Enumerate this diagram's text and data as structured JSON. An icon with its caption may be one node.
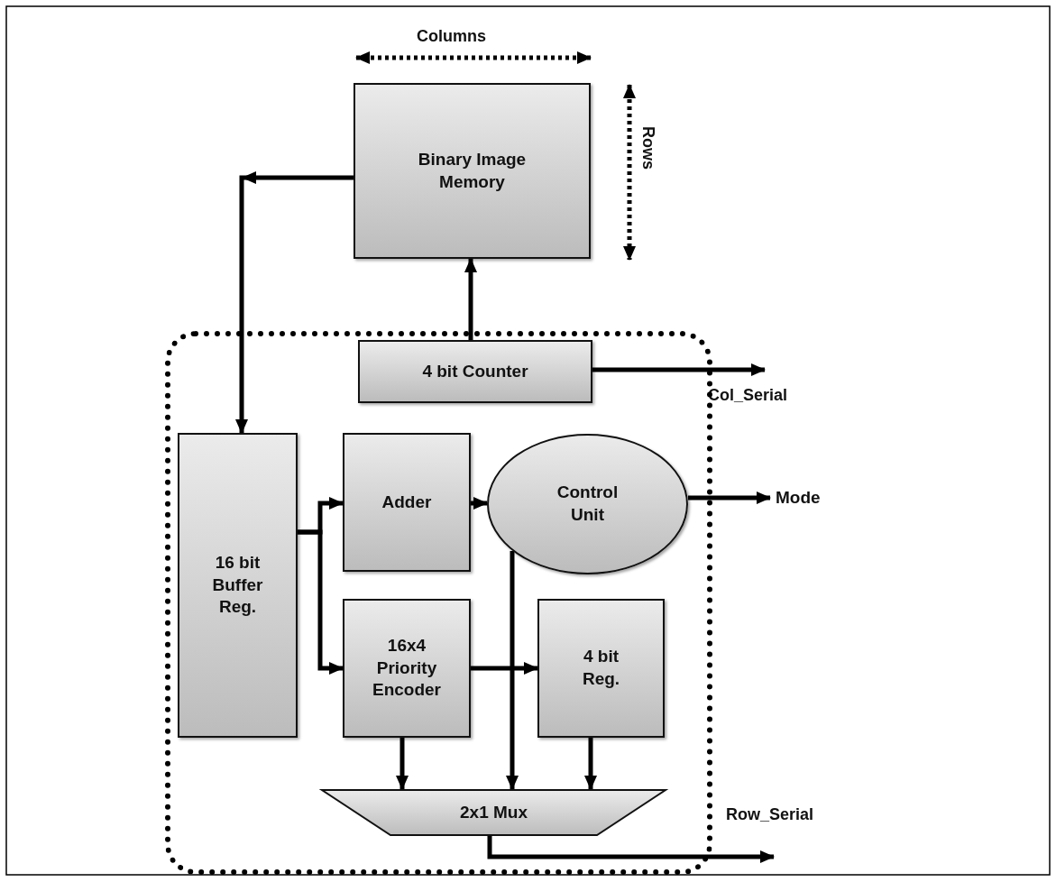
{
  "diagram": {
    "nodes": [
      {
        "text": [
          "Binary Image Memory"
        ]
      },
      {
        "text": [],
        "shape": "box"
      },
      {
        "text": [
          "4 bit Counter"
        ],
        "in": 1
      },
      {
        "text": [
          "16 bit Buffer Reg."
        ],
        "in": 1
      },
      {
        "text": [
          "Adder"
        ],
        "in": 1
      },
      {
        "text": [
          "Control Unit"
        ],
        "in": 1
      },
      {
        "text": [
          "16x4 Priority Encoder"
        ],
        "in": 1
      },
      {
        "text": [
          "4 bit Reg."
        ],
        "in": 1
      },
      {
        "text": [
          "2x1 Mux"
        ],
        "in": 1
      },
      {
        "text": [
          "Mode"
        ]
      }
    ],
    "edges": [
      {
        "from": 0,
        "to": 3,
        "arrow": "to"
      },
      {
        "from": 2,
        "to": 0,
        "arrow": "to"
      },
      {
        "from": 2,
        "to": null,
        "arrow": "to",
        "label": "Col_Serial"
      },
      {
        "from": 3,
        "to": 4,
        "arrow": "to"
      },
      {
        "from": 3,
        "to": 6,
        "arrow": "to"
      },
      {
        "from": 4,
        "to": 5,
        "arrow": "to"
      },
      {
        "from": 5,
        "to": 9,
        "arrow": "to"
      },
      {
        "from": 5,
        "to": 8,
        "arrow": "to"
      },
      {
        "from": 6,
        "to": 7,
        "arrow": "to"
      },
      {
        "from": 6,
        "to": 8,
        "arrow": "to"
      },
      {
        "from": 7,
        "to": 8,
        "arrow": "to"
      },
      {
        "from": 8,
        "to": null,
        "arrow": "to",
        "label": "Row_Serial"
      }
    ],
    "labels": [
      "Columns",
      "Rows"
    ]
  }
}
